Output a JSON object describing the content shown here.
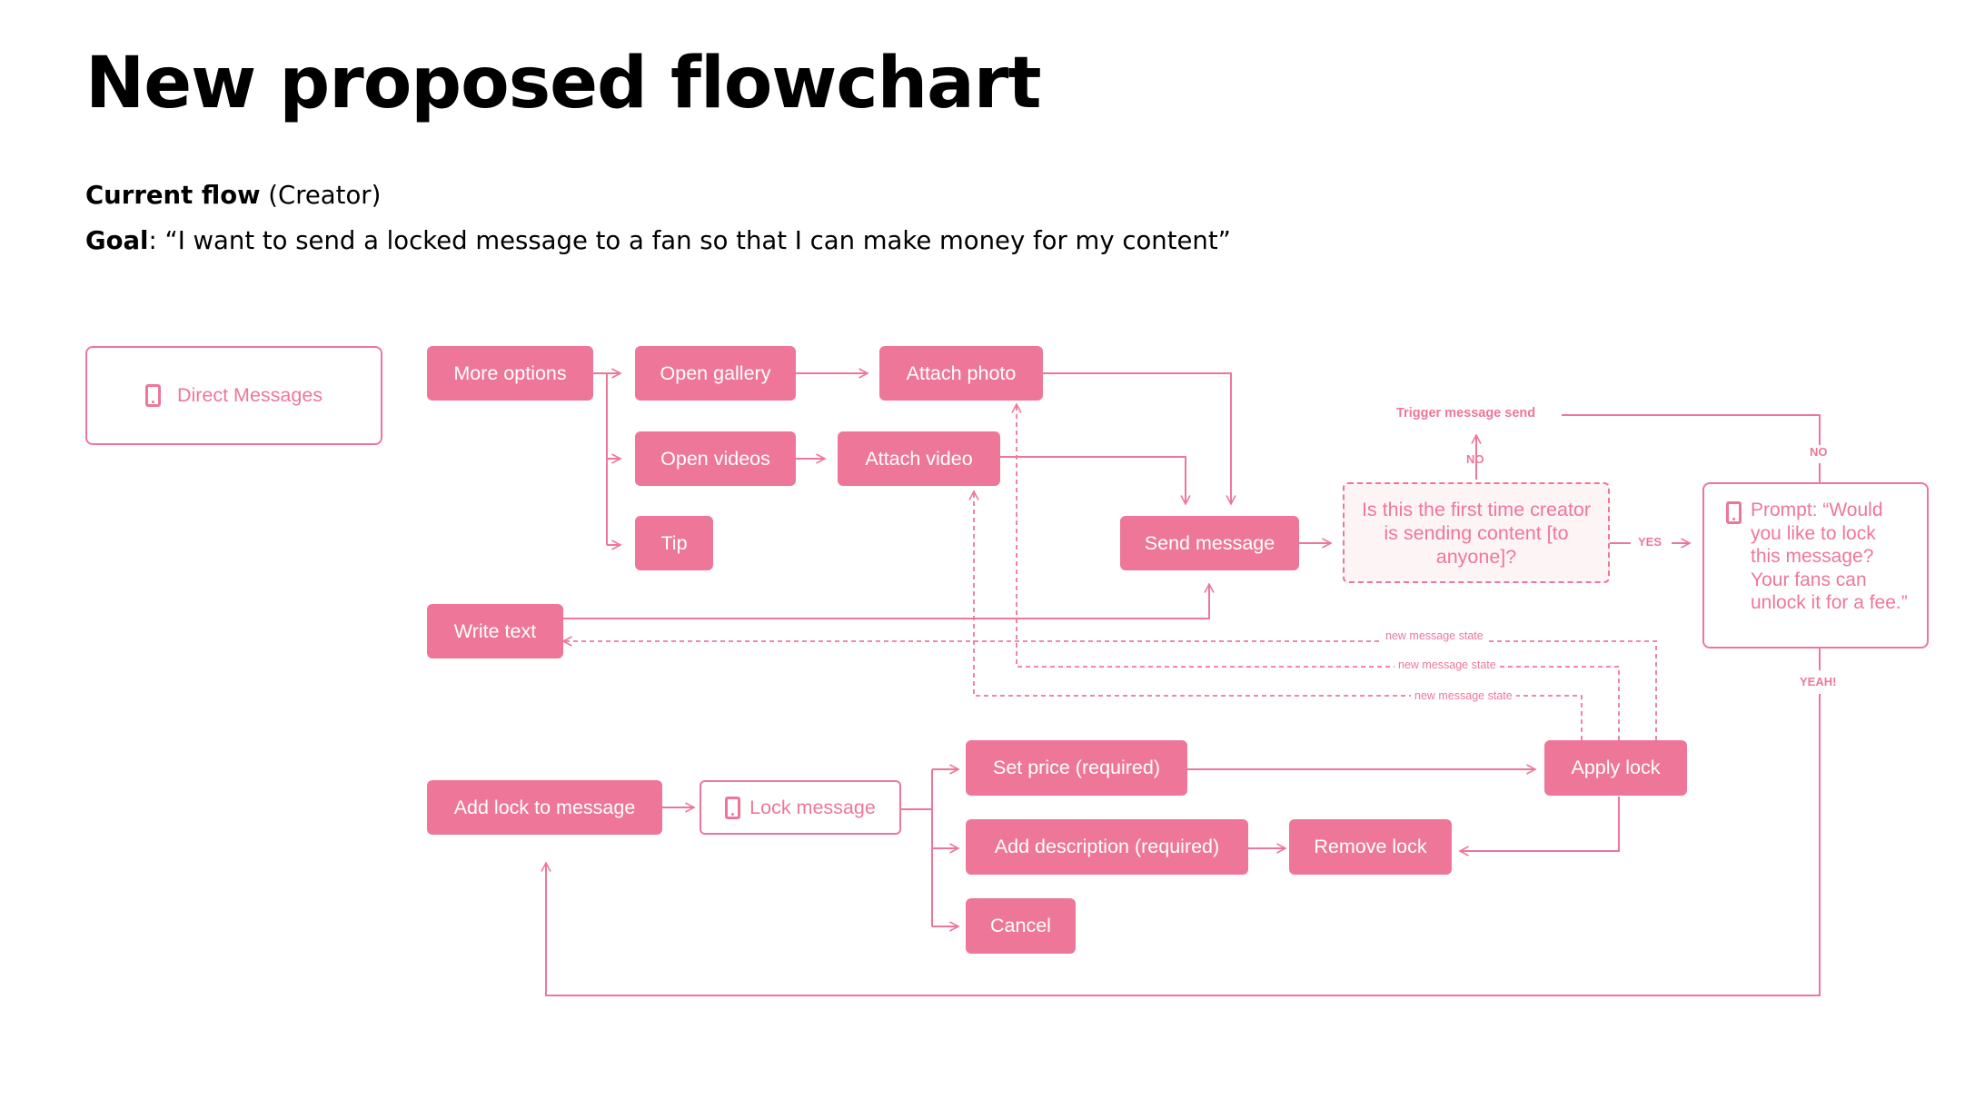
{
  "title": "New proposed flowchart",
  "current_flow": {
    "label": "Current flow",
    "suffix": " (Creator)"
  },
  "goal": {
    "label": "Goal",
    "text": ": “I want to send a locked message to a fan so that I can make money for my content”"
  },
  "accent_color": "#ee7799",
  "nodes": {
    "direct_messages": {
      "label": "Direct Messages",
      "icon": "phone-icon"
    },
    "more_options": "More options",
    "open_gallery": "Open gallery",
    "attach_photo": "Attach photo",
    "open_videos": "Open videos",
    "attach_video": "Attach video",
    "tip": "Tip",
    "send_message": "Send message",
    "first_time": "Is this the first time creator is sending content [to anyone]?",
    "prompt": {
      "text": "Prompt: “Would you like to lock this message? Your fans can unlock it for a fee.”",
      "icon": "phone-icon"
    },
    "write_text": "Write text",
    "add_lock": "Add lock to message",
    "lock_message": {
      "label": "Lock message",
      "icon": "phone-icon"
    },
    "set_price": "Set price (required)",
    "add_description": "Add description (required)",
    "cancel": "Cancel",
    "remove_lock": "Remove lock",
    "apply_lock": "Apply lock"
  },
  "edge_labels": {
    "trigger_send": "Trigger message send",
    "no_up": "NO",
    "no_right": "NO",
    "yes": "YES",
    "yeah": "YEAH!",
    "new_state_1": "new message state",
    "new_state_2": "new message state",
    "new_state_3": "new message state"
  }
}
